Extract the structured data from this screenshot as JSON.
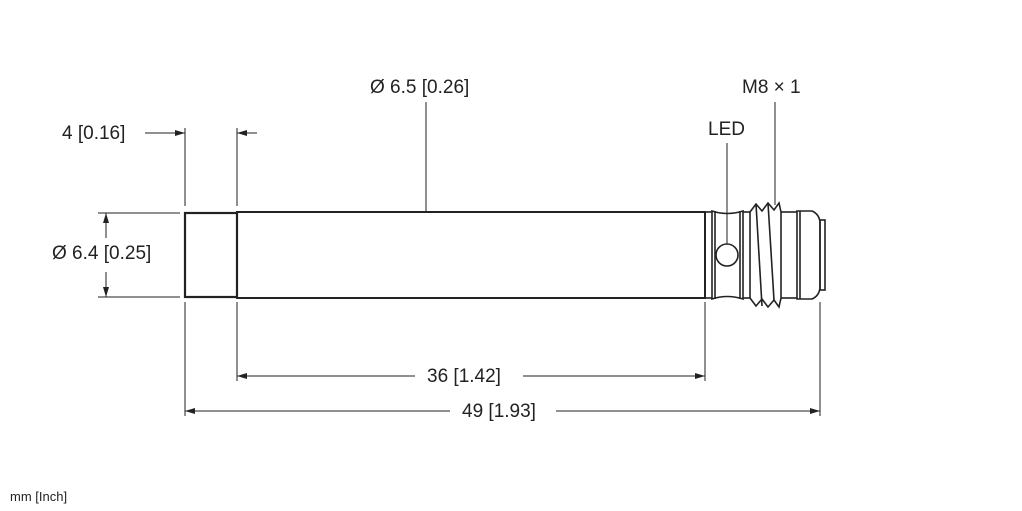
{
  "dimensions": {
    "tip_length": "4 [0.16]",
    "tip_diameter": "Ø 6.4 [0.25]",
    "body_diameter": "Ø 6.5 [0.26]",
    "thread": "M8 × 1",
    "led": "LED",
    "body_length": "36 [1.42]",
    "total_length": "49 [1.93]"
  },
  "units_note": "mm [Inch]"
}
